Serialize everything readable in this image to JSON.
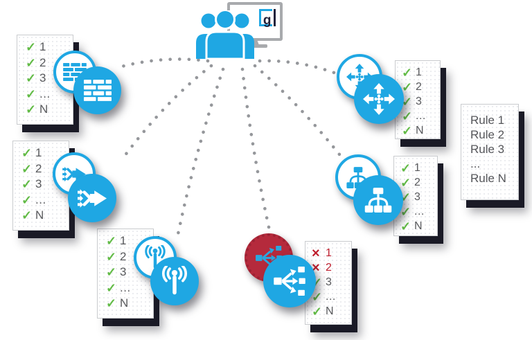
{
  "hub": {
    "name": "operator-console",
    "logo_text": "g",
    "icons": [
      "users-icon",
      "monitor-icon"
    ]
  },
  "icons": {
    "devices": [
      "firewall-icon",
      "wan-accelerator-icon",
      "wireless-ap-icon",
      "load-balancer-icon",
      "router-icon",
      "switch-icon"
    ],
    "marks": {
      "check": "✓",
      "cross": "×"
    }
  },
  "colors": {
    "blue": "#1FA7E3",
    "green": "#62BB46",
    "red": "#BE1E2D",
    "crimson_circle": "#B52A3C",
    "gray_text": "#58595C",
    "monitor_gray": "#A8AAAD",
    "dot_gray": "#95979B",
    "dark_shadow": "#1A1A26"
  },
  "cards": {
    "firewall": {
      "items": [
        {
          "type": "check",
          "glyph": "✓",
          "label": "1",
          "tone": "ok"
        },
        {
          "type": "check",
          "glyph": "✓",
          "label": "2",
          "tone": "ok"
        },
        {
          "type": "check",
          "glyph": "✓",
          "label": "3",
          "tone": "ok"
        },
        {
          "type": "check",
          "glyph": "✓",
          "label": "...",
          "tone": "ok"
        },
        {
          "type": "check",
          "glyph": "✓",
          "label": "N",
          "tone": "ok"
        }
      ]
    },
    "wan": {
      "items": [
        {
          "type": "check",
          "glyph": "✓",
          "label": "1",
          "tone": "ok"
        },
        {
          "type": "check",
          "glyph": "✓",
          "label": "2",
          "tone": "ok"
        },
        {
          "type": "check",
          "glyph": "✓",
          "label": "3",
          "tone": "ok"
        },
        {
          "type": "check",
          "glyph": "✓",
          "label": "...",
          "tone": "ok"
        },
        {
          "type": "check",
          "glyph": "✓",
          "label": "N",
          "tone": "ok"
        }
      ]
    },
    "wireless": {
      "items": [
        {
          "type": "check",
          "glyph": "✓",
          "label": "1",
          "tone": "ok"
        },
        {
          "type": "check",
          "glyph": "✓",
          "label": "2",
          "tone": "ok"
        },
        {
          "type": "check",
          "glyph": "✓",
          "label": "3",
          "tone": "ok"
        },
        {
          "type": "check",
          "glyph": "✓",
          "label": "...",
          "tone": "ok"
        },
        {
          "type": "check",
          "glyph": "✓",
          "label": "N",
          "tone": "ok"
        }
      ]
    },
    "loadbalancer": {
      "items": [
        {
          "type": "cross",
          "glyph": "×",
          "label": "1",
          "tone": "bad"
        },
        {
          "type": "cross",
          "glyph": "×",
          "label": "2",
          "tone": "bad"
        },
        {
          "type": "check",
          "glyph": "✓",
          "label": "3",
          "tone": "ok"
        },
        {
          "type": "check",
          "glyph": "✓",
          "label": "...",
          "tone": "ok"
        },
        {
          "type": "check",
          "glyph": "✓",
          "label": "N",
          "tone": "ok"
        }
      ]
    },
    "router": {
      "items": [
        {
          "type": "check",
          "glyph": "✓",
          "label": "1",
          "tone": "ok"
        },
        {
          "type": "check",
          "glyph": "✓",
          "label": "2",
          "tone": "ok"
        },
        {
          "type": "check",
          "glyph": "✓",
          "label": "3",
          "tone": "ok"
        },
        {
          "type": "check",
          "glyph": "✓",
          "label": "...",
          "tone": "ok"
        },
        {
          "type": "check",
          "glyph": "✓",
          "label": "N",
          "tone": "ok"
        }
      ]
    },
    "switch": {
      "items": [
        {
          "type": "check",
          "glyph": "✓",
          "label": "1",
          "tone": "ok"
        },
        {
          "type": "check",
          "glyph": "✓",
          "label": "2",
          "tone": "ok"
        },
        {
          "type": "check",
          "glyph": "✓",
          "label": "3",
          "tone": "ok"
        },
        {
          "type": "check",
          "glyph": "✓",
          "label": "...",
          "tone": "ok"
        },
        {
          "type": "check",
          "glyph": "✓",
          "label": "N",
          "tone": "ok"
        }
      ]
    }
  },
  "rules": {
    "items": [
      "Rule 1",
      "Rule 2",
      "Rule 3",
      "...",
      "Rule N"
    ]
  }
}
